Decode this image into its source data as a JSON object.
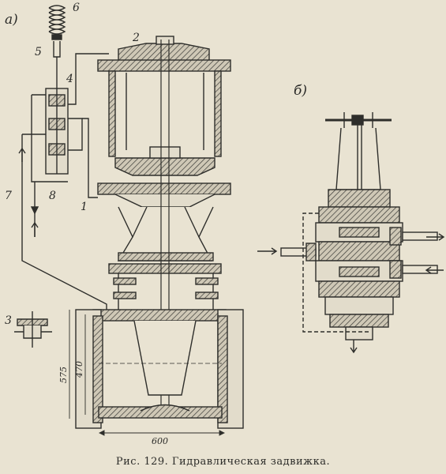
{
  "figure": {
    "caption": "Рис. 129. Гидравлическая задвижка.",
    "panel_a": "а)",
    "panel_b": "б)",
    "callouts": {
      "c1": "1",
      "c2": "2",
      "c3": "3",
      "c4": "4",
      "c5": "5",
      "c6": "6",
      "c7": "7",
      "c8": "8"
    },
    "dimensions": {
      "height_outer": "575",
      "height_inner": "470",
      "width": "600"
    }
  }
}
